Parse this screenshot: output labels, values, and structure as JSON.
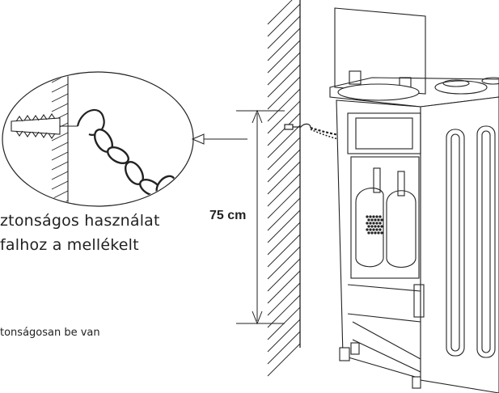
{
  "dimension_label": "75 cm",
  "text_lines": [
    "ztonságos használat",
    "falhoz a mellékelt",
    "tonságosan be van"
  ],
  "icons": [
    "wall-hatching",
    "chain",
    "wall-plug-anchor",
    "hook",
    "appliance-rear",
    "dimension-arrow",
    "callout-arrow"
  ],
  "colors": {
    "line": "#222222",
    "background": "#ffffff"
  }
}
